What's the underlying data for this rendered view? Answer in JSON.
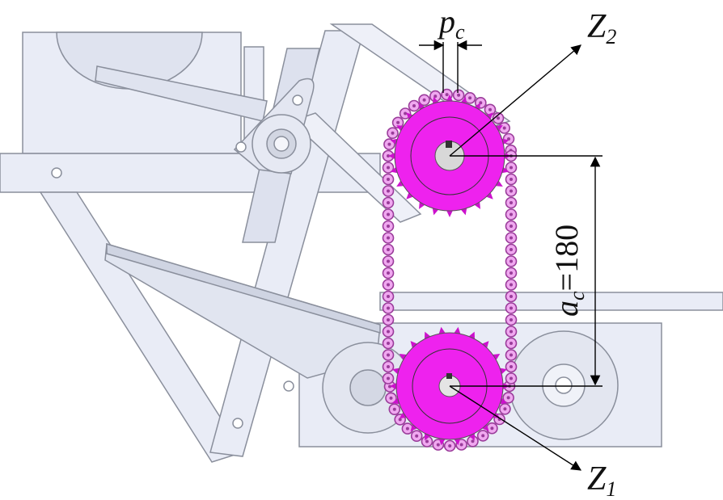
{
  "labels": {
    "pitch_symbol": "p",
    "pitch_subscript": "c",
    "upper_sprocket_symbol": "Z",
    "upper_sprocket_subscript": "2",
    "lower_sprocket_symbol": "Z",
    "lower_sprocket_subscript": "1",
    "center_distance_symbol": "a",
    "center_distance_subscript": "c",
    "center_distance_equals": "=",
    "center_distance_value": "180"
  },
  "colors": {
    "sprocket_fill": "#ee22ee",
    "sprocket_tooth": "#cc11cc",
    "chain_link": "#f0a8f0",
    "chain_outline": "#9a3c9a",
    "frame_fill": "#e9ecf6",
    "frame_stroke": "#8a8f9c",
    "dimension_line": "#000000"
  }
}
